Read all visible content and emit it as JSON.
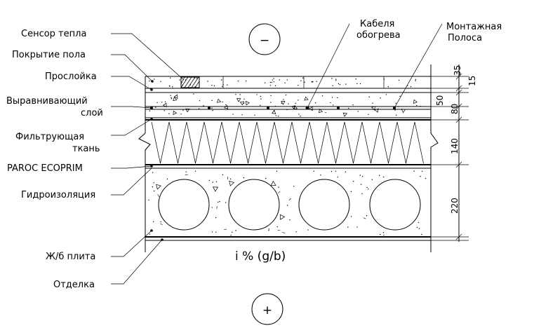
{
  "labels": {
    "sensor": "Сенсор тепла",
    "floor_cover": "Покрытие пола",
    "interlayer": "Прослойка",
    "leveling_1": "Выравнивающий",
    "leveling_2": "слой",
    "filter_1": "Фильтрующая",
    "filter_2": "ткань",
    "paroc": "PAROC ECOPRIM",
    "waterproof": "Гидроизоляция",
    "slab": "Ж/б плита",
    "finish": "Отделка",
    "cables_1": "Кабеля",
    "cables_2": "обогрева",
    "strip_1": "Монтажная",
    "strip_2": "Полоса"
  },
  "dimensions": {
    "d35": "35",
    "d15": "15",
    "d50": "50",
    "d80": "80",
    "d140": "140",
    "d220": "220"
  },
  "slope": "i % (g/b)",
  "symbols": {
    "top": "−",
    "bottom": "+"
  }
}
